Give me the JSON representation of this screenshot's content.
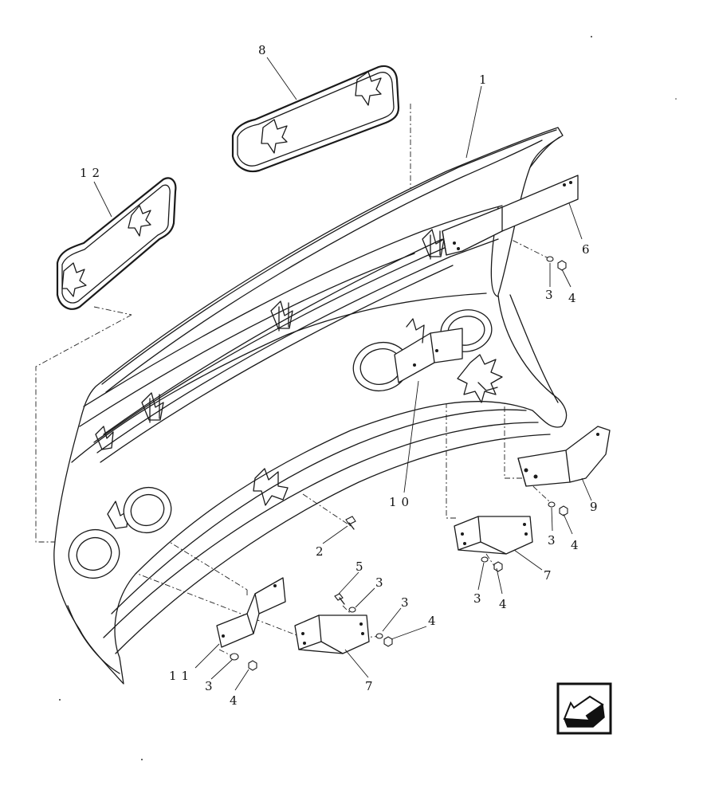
{
  "diagram": {
    "callouts": [
      {
        "id": "c1",
        "text": "1"
      },
      {
        "id": "c2",
        "text": "2"
      },
      {
        "id": "c3a",
        "text": "3"
      },
      {
        "id": "c4a",
        "text": "4"
      },
      {
        "id": "c3b",
        "text": "3"
      },
      {
        "id": "c4b",
        "text": "4"
      },
      {
        "id": "c3c",
        "text": "3"
      },
      {
        "id": "c4c",
        "text": "4"
      },
      {
        "id": "c3d",
        "text": "3"
      },
      {
        "id": "c3e",
        "text": "3"
      },
      {
        "id": "c4d",
        "text": "4"
      },
      {
        "id": "c3f",
        "text": "3"
      },
      {
        "id": "c4f",
        "text": "4"
      },
      {
        "id": "c5",
        "text": "5"
      },
      {
        "id": "c6",
        "text": "6"
      },
      {
        "id": "c7a",
        "text": "7"
      },
      {
        "id": "c7b",
        "text": "7"
      },
      {
        "id": "c8",
        "text": "8"
      },
      {
        "id": "c9",
        "text": "9"
      },
      {
        "id": "c10",
        "text": "10"
      },
      {
        "id": "c11",
        "text": "11"
      },
      {
        "id": "c12",
        "text": "12"
      }
    ],
    "orientation_icon": "front-direction-arrow-icon"
  }
}
